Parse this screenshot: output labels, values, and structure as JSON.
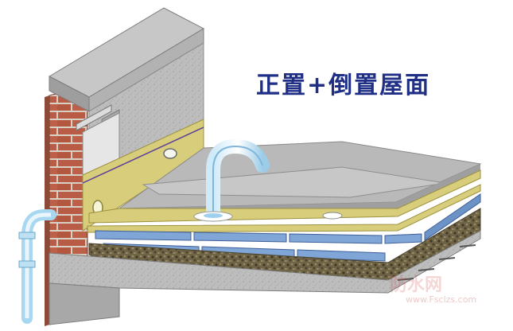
{
  "diagram": {
    "title": "正置+倒置屋面",
    "watermark": {
      "site_name": "防水网",
      "url": "www.Fsclzs.com"
    }
  },
  "colors": {
    "title": "#1f2f86",
    "brick": "#b85c45",
    "mortar": "#d8d0c6",
    "concrete": "#b9b9b9",
    "membrane": "#d7cd7a",
    "insulation": "#7fa6d6",
    "gravel": "#6f6446",
    "drain_pipe": "#a8d8f0"
  },
  "icons": [
    "drain-pipe-icon",
    "water-spout-icon",
    "flashing-bracket-icon"
  ]
}
